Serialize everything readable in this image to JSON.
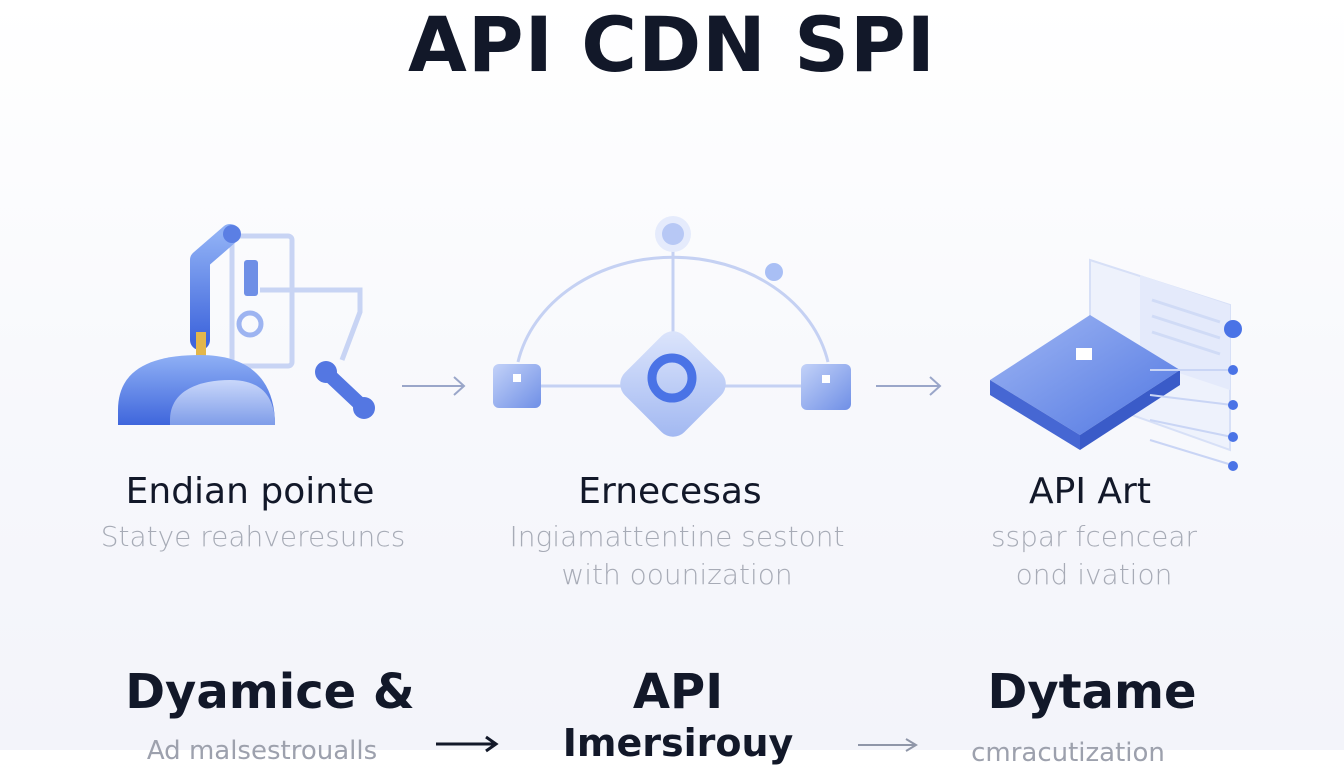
{
  "title": "API CDN SPI",
  "colors": {
    "accent": "#4a73e6",
    "accent_light": "#a9bff5",
    "line": "#b9c6ee",
    "text_dark": "#121829",
    "text_muted": "#a7abb6"
  },
  "stages": [
    {
      "icon": "robot-arm-icon",
      "title": "Endian pointe",
      "desc": [
        "Statye reahveresuncs"
      ]
    },
    {
      "icon": "network-hub-icon",
      "title": "Ernecesas",
      "desc": [
        "Ingiamattentine sestont",
        "with oounization"
      ]
    },
    {
      "icon": "server-platform-icon",
      "title": "API Art",
      "desc": [
        "sspar fcencear",
        "ond ivation"
      ]
    }
  ],
  "bottom_row": [
    {
      "title": "Dyamice &",
      "sub": "Ad malsestroualls"
    },
    {
      "title": "API",
      "sub": "Imersirouy"
    },
    {
      "title": "Dytame",
      "sub": "cmracutization"
    }
  ]
}
